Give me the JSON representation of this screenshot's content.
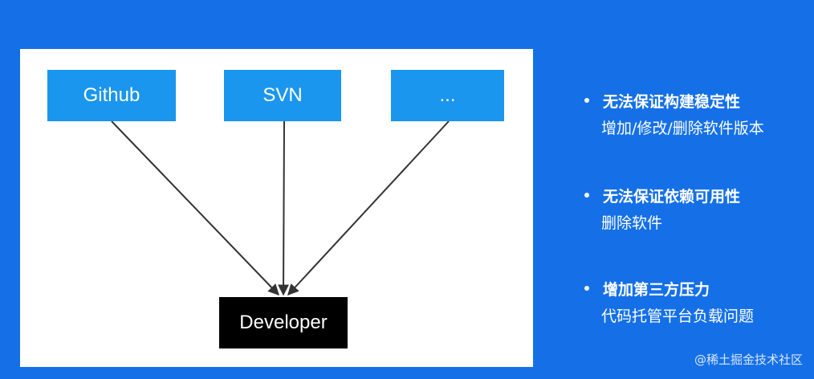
{
  "diagram": {
    "sources": [
      {
        "label": "Github"
      },
      {
        "label": "SVN"
      },
      {
        "label": "..."
      }
    ],
    "target": {
      "label": "Developer"
    }
  },
  "bullets": [
    {
      "title": "无法保证构建稳定性",
      "desc": "增加/修改/删除软件版本"
    },
    {
      "title": "无法保证依赖可用性",
      "desc": "删除软件"
    },
    {
      "title": "增加第三方压力",
      "desc": "代码托管平台负载问题"
    }
  ],
  "watermark": "@稀土掘金技术社区",
  "colors": {
    "background": "#1570e8",
    "source_node": "#1a96ee",
    "target_node": "#000000",
    "edge": "#333333"
  }
}
